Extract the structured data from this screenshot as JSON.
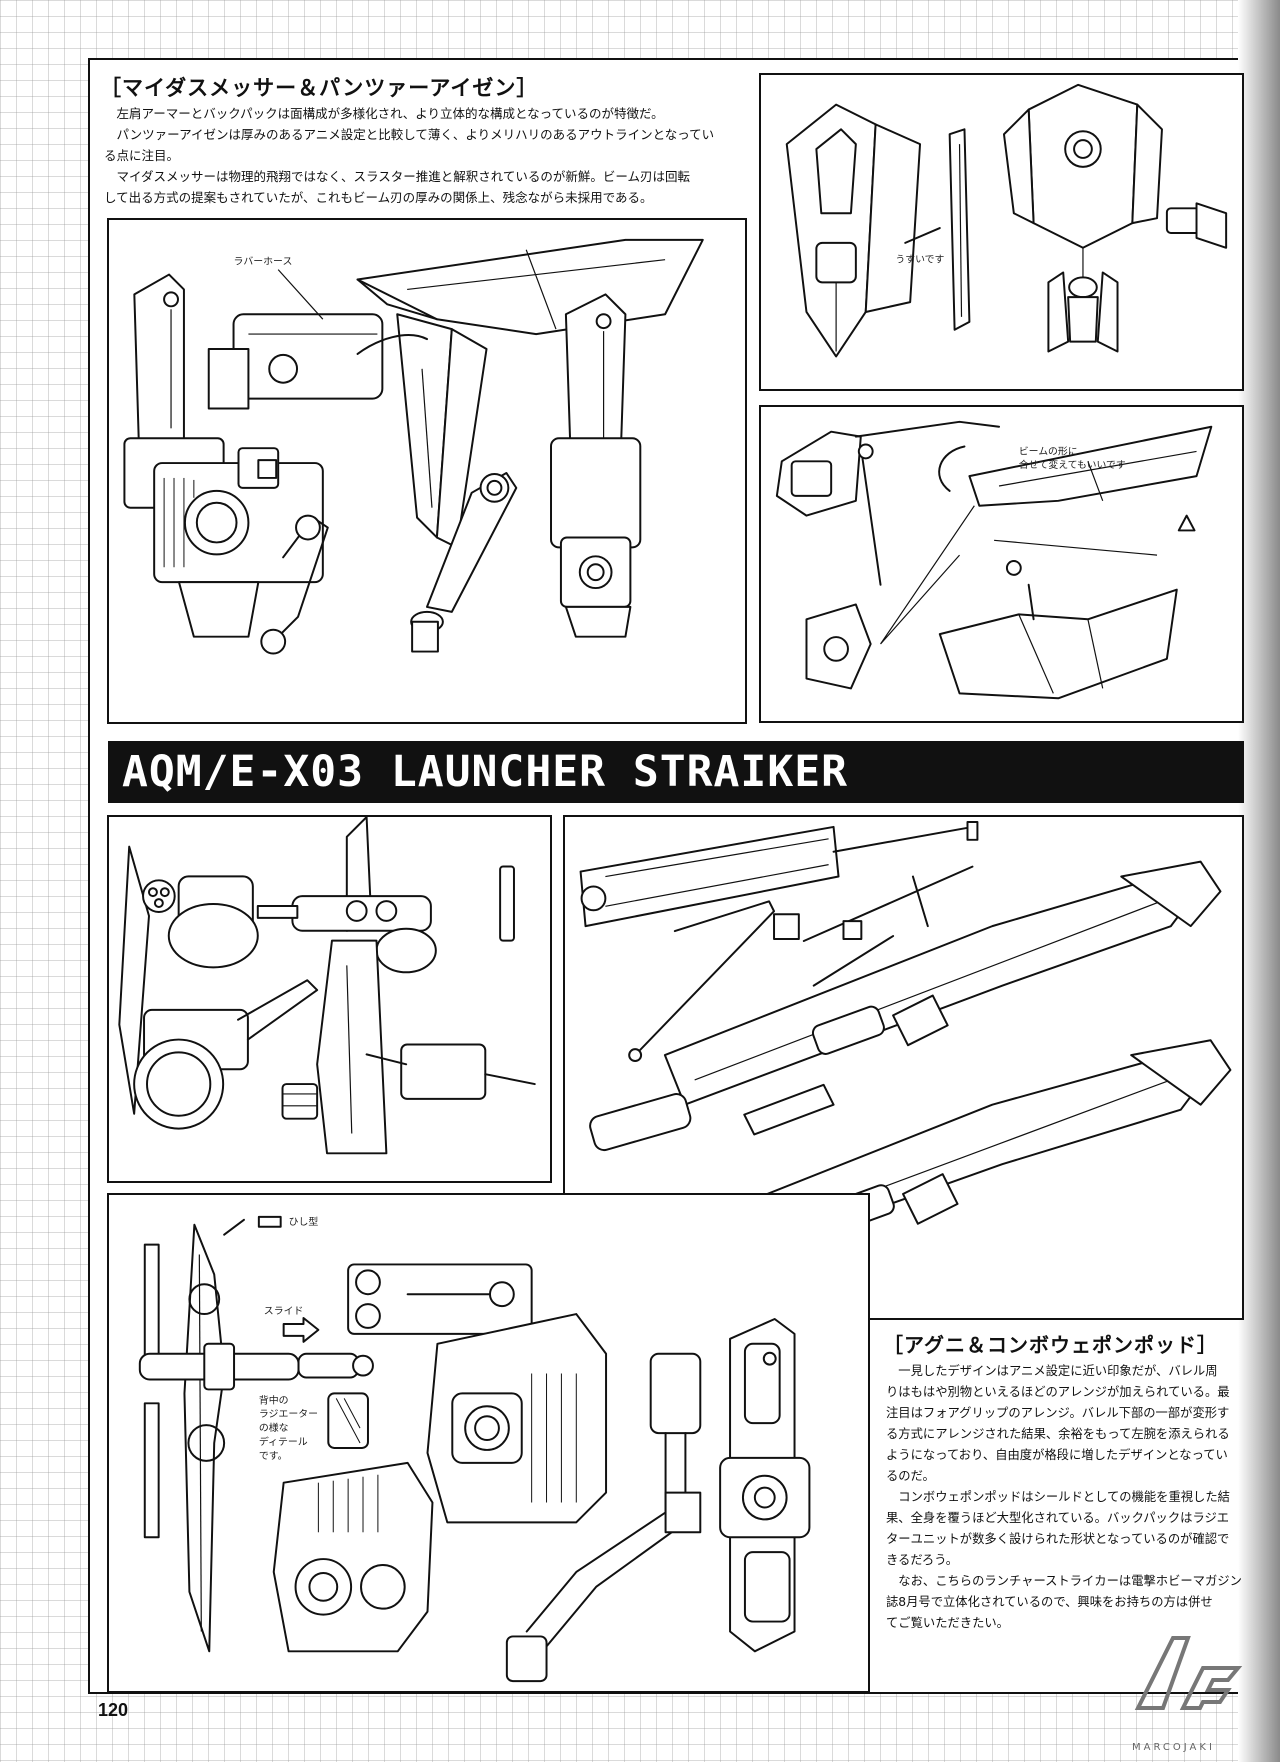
{
  "sections": {
    "midas": {
      "heading": "［マイダスメッサー＆パンツァーアイゼン］",
      "paragraphs": [
        "左肩アーマーとバックパックは面構成が多様化され、より立体的な構成となっているのが特徴だ。",
        "パンツァーアイゼンは厚みのあるアニメ設定と比較して薄く、よりメリハリのあるアウトラインとなってい",
        "る点に注目。",
        "マイダスメッサーは物理的飛翔ではなく、スラスター推進と解釈されているのが新鮮。ビーム刃は回転",
        "して出る方式の提案もされていたが、これもビーム刃の厚みの関係上、残念ながら未採用である。"
      ]
    },
    "agni": {
      "heading": "［アグニ＆コンボウェポンポッド］",
      "paragraphs": [
        "一見したデザインはアニメ設定に近い印象だが、バレル周",
        "りはもはや別物といえるほどのアレンジが加えられている。最",
        "注目はフォアグリップのアレンジ。バレル下部の一部が変形す",
        "る方式にアレンジされた結果、余裕をもって左腕を添えられる",
        "ようになっており、自由度が格段に増したデザインとなってい",
        "るのだ。",
        "コンボウェポンポッドはシールドとしての機能を重視した結",
        "果、全身を覆うほど大型化されている。バックパックはラジエ",
        "ターユニットが数多く設けられた形状となっているのが確認で",
        "きるだろう。",
        "なお、こちらのランチャーストライカーは電撃ホビーマガジン",
        "誌8月号で立体化されているので、興味をお持ちの方は併せ",
        "てご覧いただきたい。"
      ]
    }
  },
  "banner": {
    "title": "AQM/E-X03 LAUNCHER STRAIKER"
  },
  "annotations": {
    "rubber_hose": "ラバーホース",
    "thin": "うすいです",
    "beam_note_1": "ビームの形に",
    "beam_note_2": "合せて変えてもいいです",
    "slide": "スライド",
    "side_view": "ひし型",
    "radiator_note_1": "背中の",
    "radiator_note_2": "ラジエーター",
    "radiator_note_3": "の様な",
    "radiator_note_4": "ディテール",
    "radiator_note_5": "です。"
  },
  "page": {
    "number": "120",
    "watermark": "MARCOJAKI"
  }
}
